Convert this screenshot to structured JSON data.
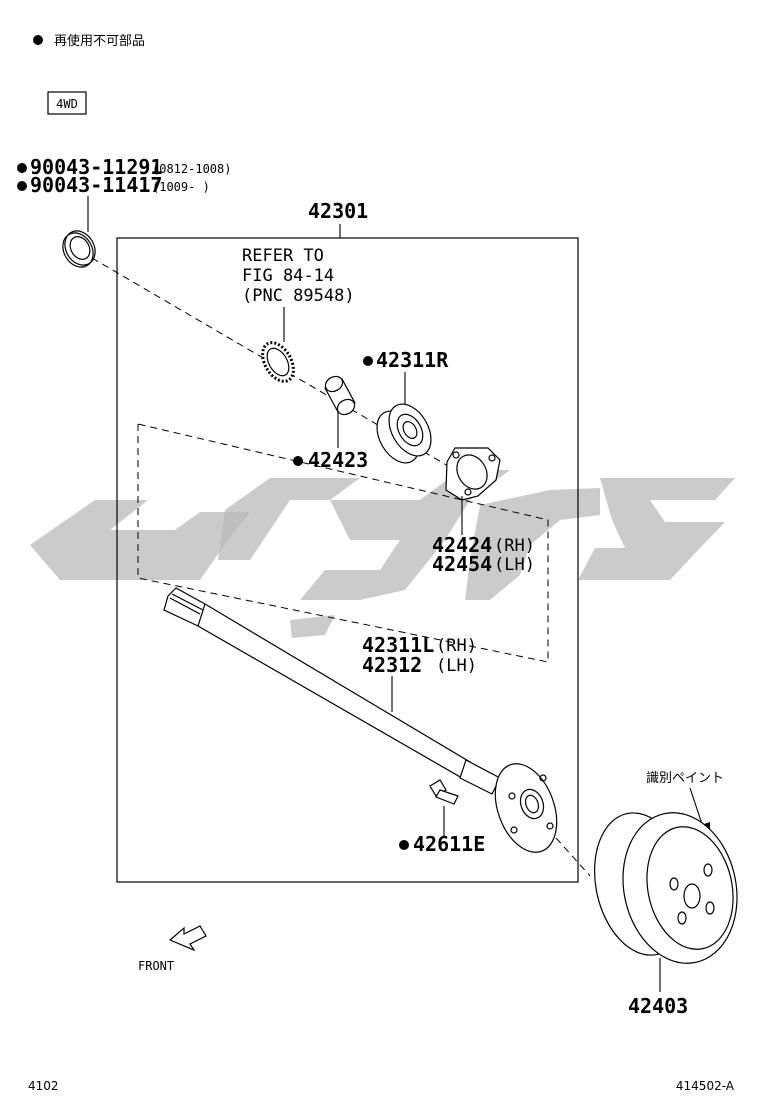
{
  "legend": {
    "bullet_note": "再使用不可部品"
  },
  "variant_box": "4WD",
  "parts": {
    "seal": {
      "pn1": "90043-11291",
      "range1": "(0812-1008)",
      "pn2": "90043-11417",
      "range2": "(1009-     )"
    },
    "assembly": "42301",
    "refer": {
      "line1": "REFER TO",
      "line2": "FIG 84-14",
      "line3": "(PNC 89548)"
    },
    "bearing": "42311R",
    "retainer": "42423",
    "plate": {
      "rh": "42424",
      "rh_sfx": "(RH)",
      "lh": "42454",
      "lh_sfx": "(LH)"
    },
    "shaft": {
      "rh": "42311L",
      "rh_sfx": "(RH)",
      "lh": "42312",
      "lh_sfx": "(LH)"
    },
    "bolt": "42611E",
    "drum": "42403",
    "paint_mark": "識別ペイント"
  },
  "front_label": "FRONT",
  "footer": {
    "left": "4102",
    "right": "414502-A"
  }
}
